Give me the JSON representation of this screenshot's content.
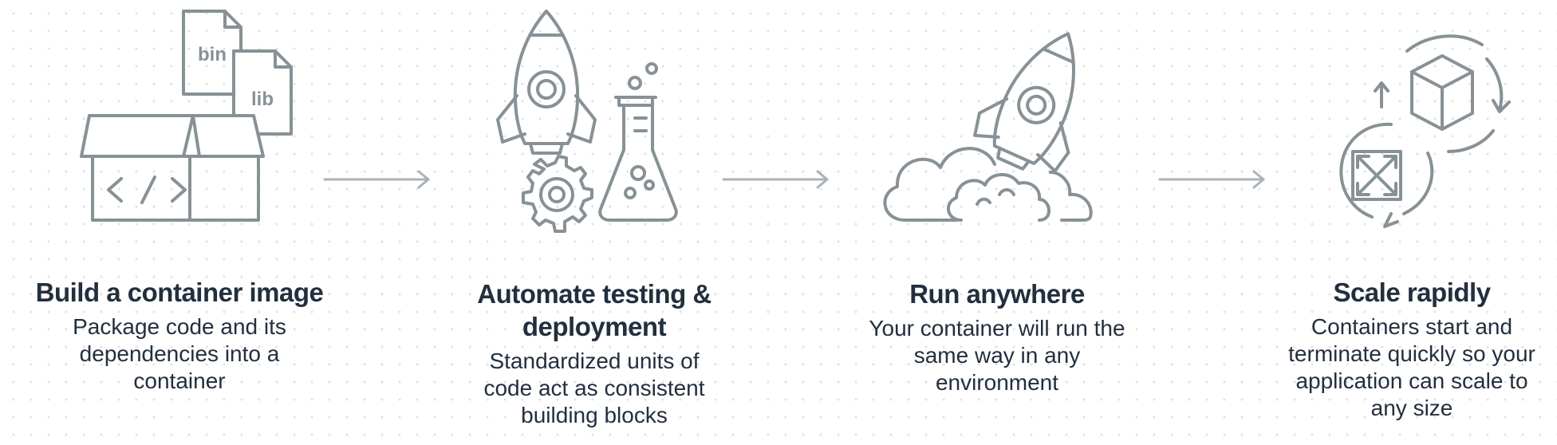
{
  "steps": [
    {
      "id": "build",
      "title": "Build a container image",
      "description": "Package code and its dependencies into a container",
      "icon": "box-with-files-icon",
      "icon_labels": {
        "file1": "bin",
        "file2": "lib",
        "code": "</>"
      }
    },
    {
      "id": "automate",
      "title": "Automate testing & deployment",
      "description": "Standardized units of code act as consistent building blocks",
      "icon": "rocket-gear-flask-icon"
    },
    {
      "id": "run",
      "title": "Run anywhere",
      "description": "Your container will run the same way in any environment",
      "icon": "rocket-launch-clouds-icon"
    },
    {
      "id": "scale",
      "title": "Scale rapidly",
      "description": "Containers start and terminate quickly so your application can scale to any size",
      "icon": "scale-cycle-icon"
    }
  ],
  "colors": {
    "icon_stroke": "#879196",
    "text": "#232f3e",
    "arrow": "#aab3b8",
    "background_dots": "#dfe3e8"
  }
}
